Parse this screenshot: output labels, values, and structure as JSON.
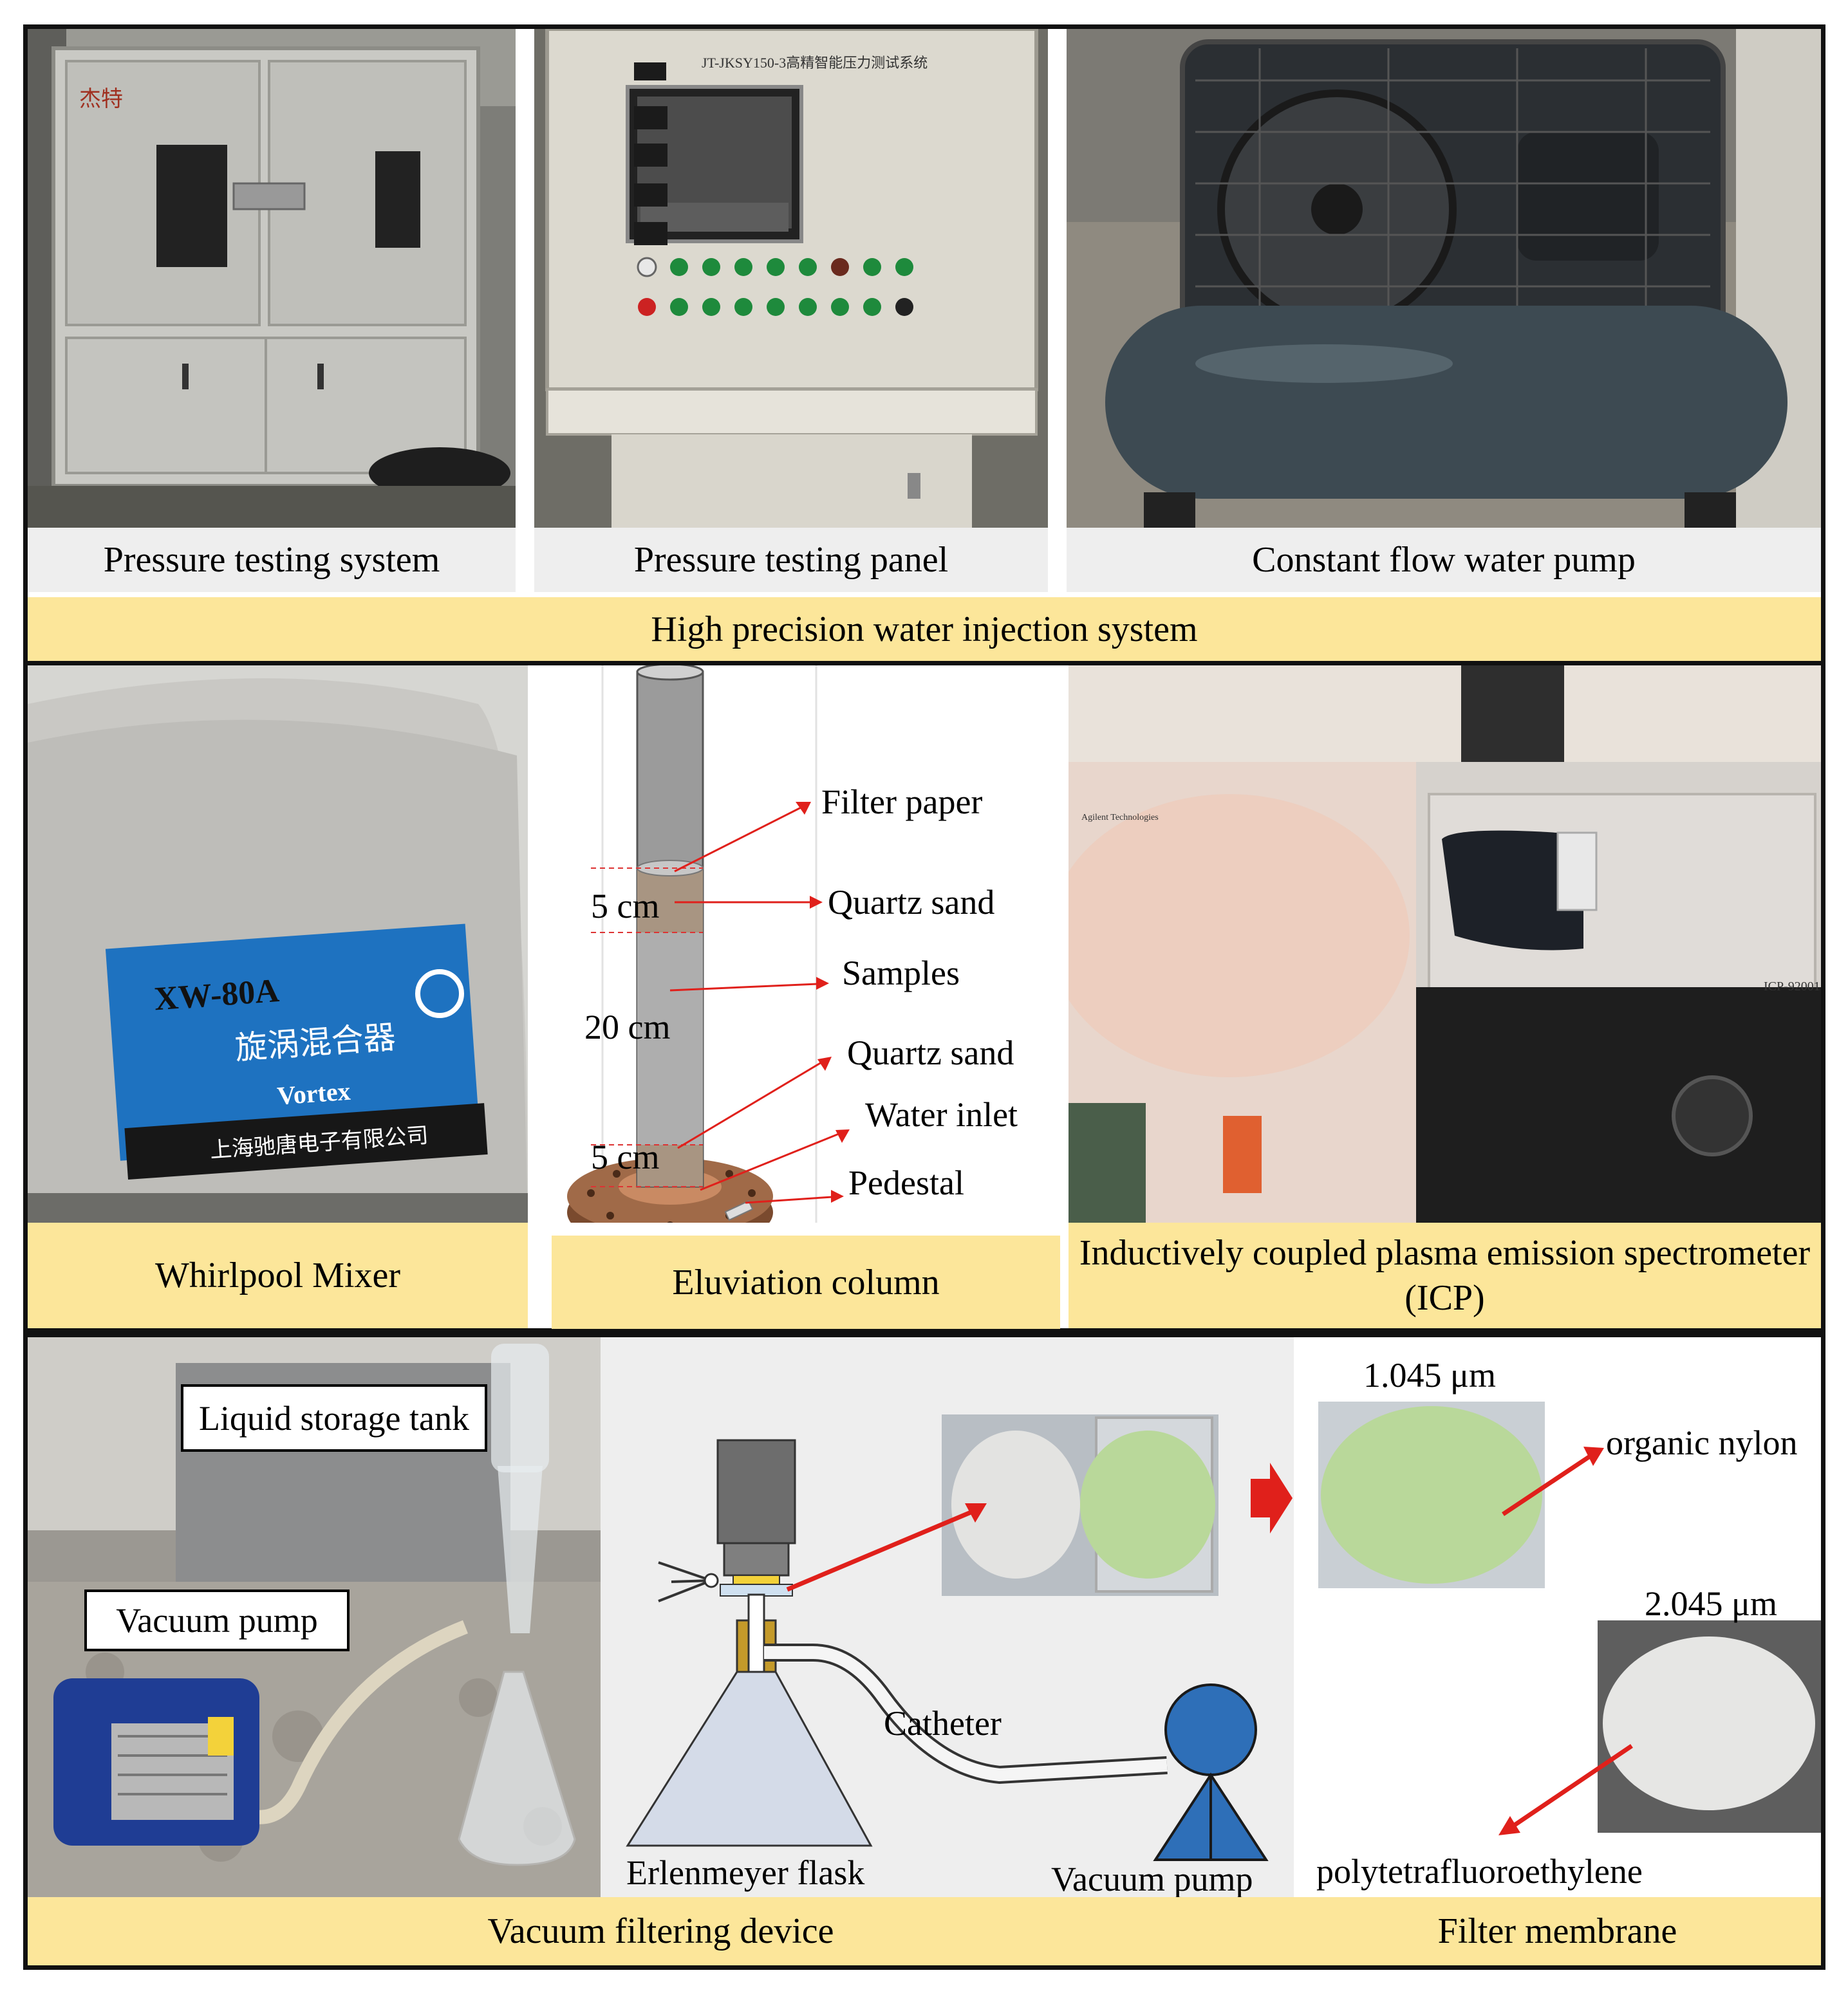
{
  "row1": {
    "captions": [
      "Pressure testing system",
      "Pressure testing panel",
      "Constant flow water pump"
    ],
    "band": "High precision water injection system",
    "panel_title": "JT-JKSY150-3高精智能压力测试系统",
    "cabinet_brand": "杰特"
  },
  "row2": {
    "captions": [
      "Whirlpool Mixer",
      "Eluviation column",
      "Inductively coupled plasma emission spectrometer (ICP)"
    ],
    "mixer_label": {
      "model": "XW-80A",
      "name_cn": "旋涡混合器",
      "name_en": "Vortex",
      "maker": "上海驰唐电子有限公司"
    },
    "column_labels": [
      "Filter paper",
      "Quartz sand",
      "Samples",
      "Quartz sand",
      "Water inlet",
      "Pedestal"
    ],
    "column_dims": [
      "5 cm",
      "20 cm",
      "5 cm"
    ],
    "icp_label": "ICP-92001",
    "icp_brand": "Agilent Technologies"
  },
  "row3": {
    "photo_labels": [
      "Liquid storage tank",
      "Vacuum pump"
    ],
    "schematic_labels": {
      "catheter": "Catheter",
      "flask": "Erlenmeyer flask",
      "pump": "Vacuum pump"
    },
    "membrane": {
      "nylon_size": "1.045 μm",
      "nylon_label": "organic nylon",
      "ptfe_size": "2.045 μm",
      "ptfe_label": "polytetrafluoroethylene"
    },
    "band_left": "Vacuum filtering device",
    "band_right": "Filter membrane"
  },
  "colors": {
    "caption_yellow": "#fce69a",
    "caption_grey": "#eeeeee",
    "arrow_red": "#e0201b",
    "pump_blue": "#2e6fb8",
    "nylon_green": "#b9d89a"
  }
}
